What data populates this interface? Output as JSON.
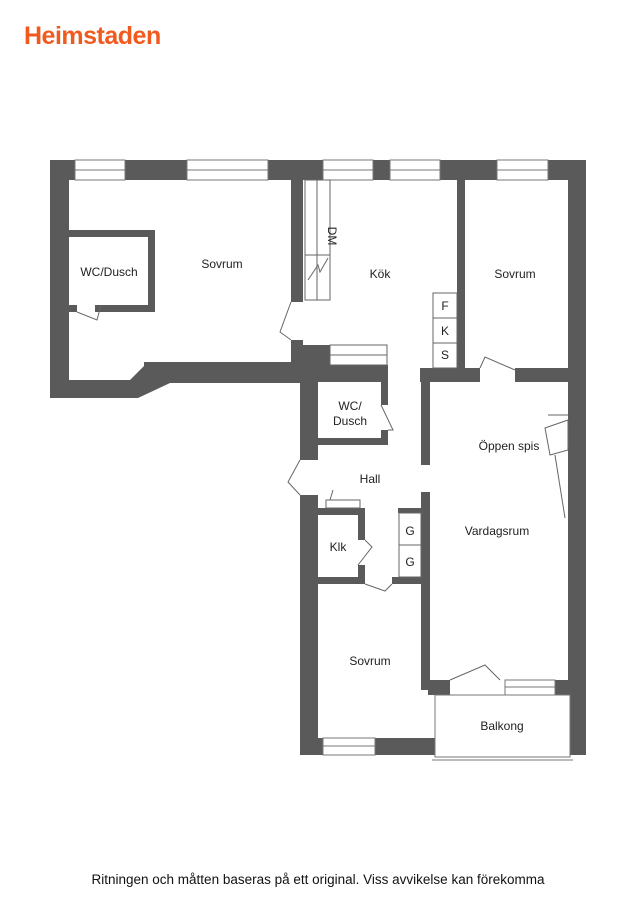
{
  "brand": {
    "name": "Heimstaden",
    "color": "#f05a1e"
  },
  "colors": {
    "wall": "#5a5a5a",
    "line": "#666666"
  },
  "rooms": {
    "sovrum_nw": "Sovrum",
    "wc_dusch_w": "WC/Dusch",
    "kok": "Kök",
    "sovrum_ne": "Sovrum",
    "wc_dusch_hall_1": "WC/",
    "wc_dusch_hall_2": "Dusch",
    "hall": "Hall",
    "oppen_spis": "Öppen spis",
    "vardagsrum": "Vardagsrum",
    "klk": "Klk",
    "sovrum_s": "Sovrum",
    "balkong": "Balkong"
  },
  "appliances": {
    "dm": "DM",
    "f": "F",
    "k": "K",
    "s": "S",
    "g1": "G",
    "g2": "G"
  },
  "footer": "Ritningen och måtten baseras på ett original. Viss avvikelse kan förekomma"
}
